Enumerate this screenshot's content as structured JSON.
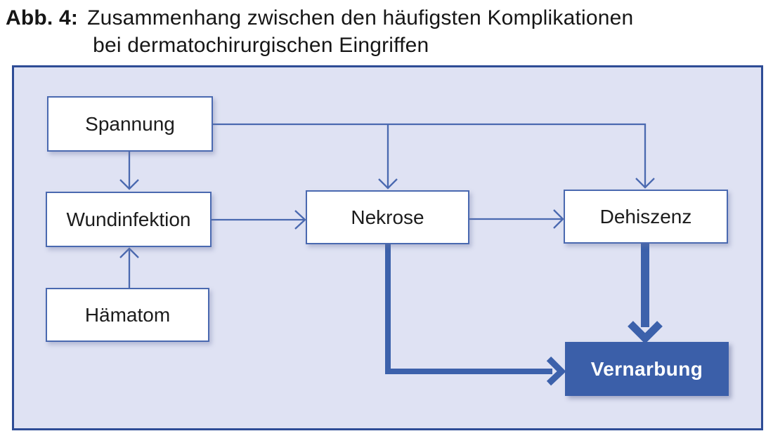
{
  "title": {
    "prefix": "Abb. 4:",
    "line1": "Zusammenhang zwischen den häufigsten Komplikationen",
    "line2": "bei dermatochirurgischen Eingriffen"
  },
  "diagram": {
    "nodes": {
      "spannung": {
        "label": "Spannung"
      },
      "wundinfektion": {
        "label": "Wundinfektion"
      },
      "haematom": {
        "label": "Hämatom"
      },
      "nekrose": {
        "label": "Nekrose"
      },
      "dehiszenz": {
        "label": "Dehiszenz"
      },
      "vernarbung": {
        "label": "Vernarbung",
        "highlighted": true
      }
    },
    "edges": [
      {
        "from": "Spannung",
        "to": "Wundinfektion",
        "weight": "normal"
      },
      {
        "from": "Spannung",
        "to": "Nekrose",
        "weight": "normal"
      },
      {
        "from": "Spannung",
        "to": "Dehiszenz",
        "weight": "normal"
      },
      {
        "from": "Hämatom",
        "to": "Wundinfektion",
        "weight": "normal"
      },
      {
        "from": "Wundinfektion",
        "to": "Nekrose",
        "weight": "normal"
      },
      {
        "from": "Nekrose",
        "to": "Dehiszenz",
        "weight": "normal"
      },
      {
        "from": "Nekrose",
        "to": "Vernarbung",
        "weight": "strong"
      },
      {
        "from": "Dehiszenz",
        "to": "Vernarbung",
        "weight": "strong"
      }
    ],
    "colors": {
      "panel_background": "#dfe2f3",
      "panel_border": "#2e4c96",
      "box_border": "#4a69b0",
      "box_background": "#ffffff",
      "arrow": "#4a69b0",
      "arrow_strong": "#3c61ab",
      "highlight_fill": "#3b5fa9",
      "highlight_text": "#ffffff",
      "label_color": "#1c1c1c",
      "title_color": "#161616"
    }
  }
}
